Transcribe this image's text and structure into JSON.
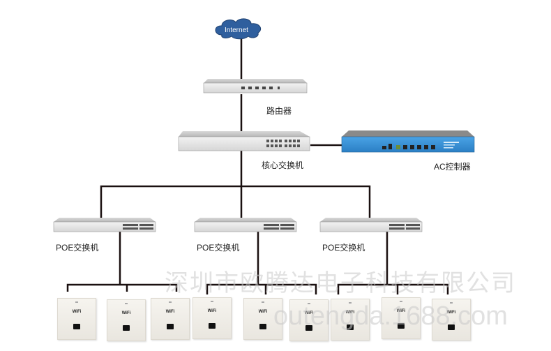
{
  "diagram": {
    "type": "network-topology",
    "nodes": {
      "internet": {
        "label": "Internet",
        "icon": "cloud-icon",
        "color": "#2f5f9e"
      },
      "router": {
        "label": "路由器",
        "icon": "router-icon"
      },
      "core_switch": {
        "label": "核心交换机",
        "icon": "switch-icon"
      },
      "ac_controller": {
        "label": "AC控制器",
        "icon": "ac-controller-icon",
        "color": "#3a8fd6"
      },
      "poe_switches": [
        {
          "label": "POE交换机"
        },
        {
          "label": "POE交换机"
        },
        {
          "label": "POE交换机"
        }
      ],
      "access_points": [
        {
          "label": "WiFi",
          "group": 0
        },
        {
          "label": "WiFi",
          "group": 0
        },
        {
          "label": "WiFi",
          "group": 0
        },
        {
          "label": "WiFi",
          "group": 1
        },
        {
          "label": "WiFi",
          "group": 1
        },
        {
          "label": "WiFi",
          "group": 1
        },
        {
          "label": "WiFi",
          "group": 2
        },
        {
          "label": "WiFi",
          "group": 2
        },
        {
          "label": "WiFi",
          "group": 2
        }
      ]
    },
    "edges": [
      [
        "internet",
        "router"
      ],
      [
        "router",
        "core_switch"
      ],
      [
        "core_switch",
        "ac_controller"
      ],
      [
        "core_switch",
        "poe_switch_1"
      ],
      [
        "core_switch",
        "poe_switch_2"
      ],
      [
        "core_switch",
        "poe_switch_3"
      ],
      [
        "poe_switch_1",
        "ap_1"
      ],
      [
        "poe_switch_1",
        "ap_2"
      ],
      [
        "poe_switch_1",
        "ap_3"
      ],
      [
        "poe_switch_2",
        "ap_4"
      ],
      [
        "poe_switch_2",
        "ap_5"
      ],
      [
        "poe_switch_2",
        "ap_6"
      ],
      [
        "poe_switch_3",
        "ap_7"
      ],
      [
        "poe_switch_3",
        "ap_8"
      ],
      [
        "poe_switch_3",
        "ap_9"
      ]
    ]
  },
  "watermark": {
    "company": "深圳市欧腾达电子科技有限公司",
    "site": "outengda.1688.com"
  }
}
